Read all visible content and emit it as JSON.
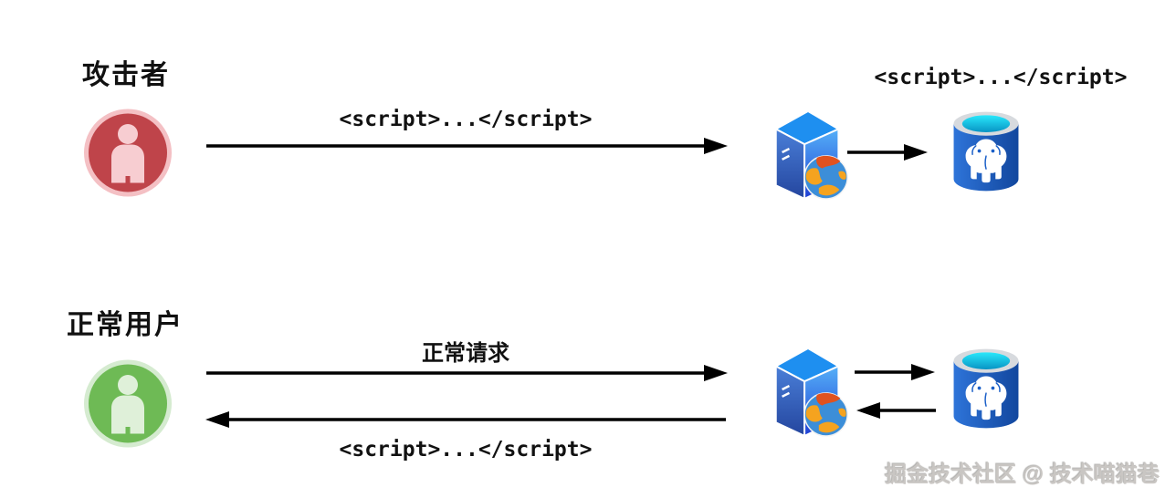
{
  "diagram_title": "stored-xss-flow",
  "top_flow": {
    "actor_label": "攻击者",
    "attack_payload_label": "<script>...</script>",
    "stored_payload_label": "<script>...</script>"
  },
  "bottom_flow": {
    "actor_label": "正常用户",
    "normal_request_label": "正常请求",
    "malicious_response_label": "<script>...</script>"
  },
  "watermark": "掘金技术社区 @ 技术喵猫巷",
  "icons": {
    "attacker": "person-icon-red",
    "normal_user": "person-icon-green",
    "web_server": "server-tower-with-globe-icon",
    "database": "postgresql-cylinder-icon"
  },
  "colors": {
    "text_black": "#111111",
    "arrow_black": "#000000",
    "attacker_ring": "#f4c0c4",
    "attacker_disc": "#bf444a",
    "attacker_figure": "#f7cdd1",
    "user_ring": "#d5ebd0",
    "user_disc": "#6eba55",
    "user_figure": "#dff0d9",
    "server_blue_light": "#55b0f8",
    "server_blue_dark": "#1f3fd4",
    "globe_ocean": "#3c8ed8",
    "globe_land": "#f5a31f",
    "db_body_blue": "#1a5fc8",
    "db_rim_silver": "#d7dade",
    "db_water_cyan": "#29e8fb",
    "watermark_gray": "#c9c6c3"
  }
}
